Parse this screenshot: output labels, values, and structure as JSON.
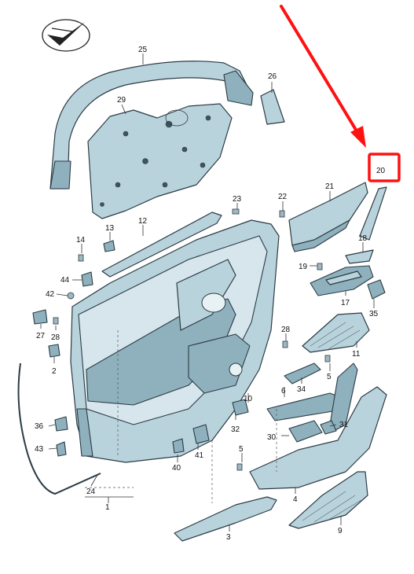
{
  "callouts": {
    "c1": "1",
    "c2": "2",
    "c3": "3",
    "c4": "4",
    "c5a": "5",
    "c5b": "5",
    "c6": "6",
    "c9": "9",
    "c10": "10",
    "c11": "11",
    "c12": "12",
    "c13": "13",
    "c14": "14",
    "c17": "17",
    "c18": "18",
    "c19": "19",
    "c20": "20",
    "c21": "21",
    "c22": "22",
    "c23": "23",
    "c24": "24",
    "c25": "25",
    "c26": "26",
    "c27": "27",
    "c28a": "28",
    "c28b": "28",
    "c29": "29",
    "c30": "30",
    "c31": "31",
    "c32": "32",
    "c34": "34",
    "c35": "35",
    "c36": "36",
    "c40": "40",
    "c41": "41",
    "c42": "42",
    "c43": "43",
    "c44": "44"
  },
  "highlight": {
    "color": "#ff1111",
    "target": "20"
  },
  "icons": {
    "logo": "checkmark-plane-logo-icon"
  }
}
